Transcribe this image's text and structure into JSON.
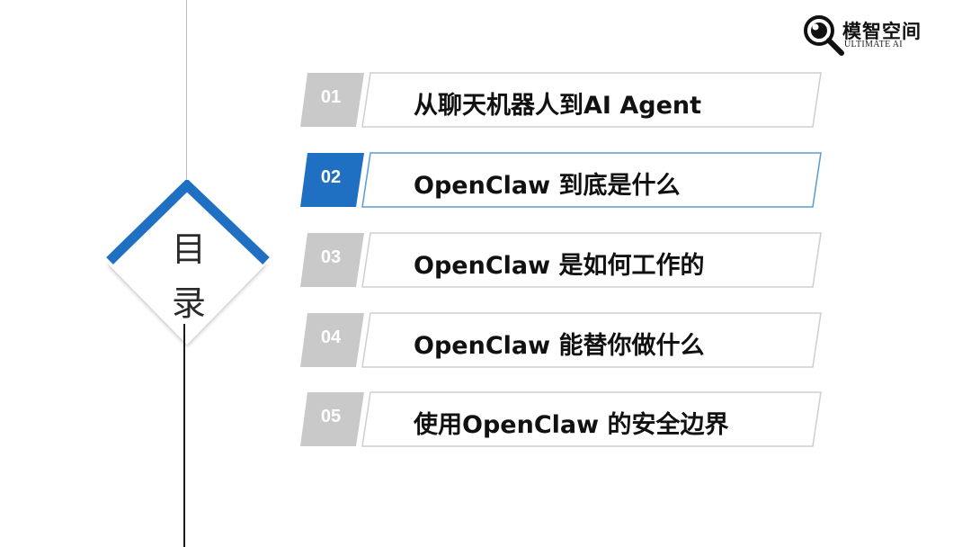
{
  "logo": {
    "name": "模智空间",
    "subtitle": "ULTIMATE AI"
  },
  "toc": {
    "char1": "目",
    "char2": "录"
  },
  "colors": {
    "accent": "#1f6fc2",
    "inactive": "#c9c9c9",
    "border": "#cfcfcf",
    "active_border": "#5b9bd5"
  },
  "items": [
    {
      "num": "01",
      "title": "从聊天机器人到AI  Agent",
      "active": false
    },
    {
      "num": "02",
      "title": "OpenClaw 到底是什么",
      "active": true
    },
    {
      "num": "03",
      "title": "OpenClaw 是如何工作的",
      "active": false
    },
    {
      "num": "04",
      "title": "OpenClaw 能替你做什么",
      "active": false
    },
    {
      "num": "05",
      "title": "使用OpenClaw 的安全边界",
      "active": false
    }
  ]
}
